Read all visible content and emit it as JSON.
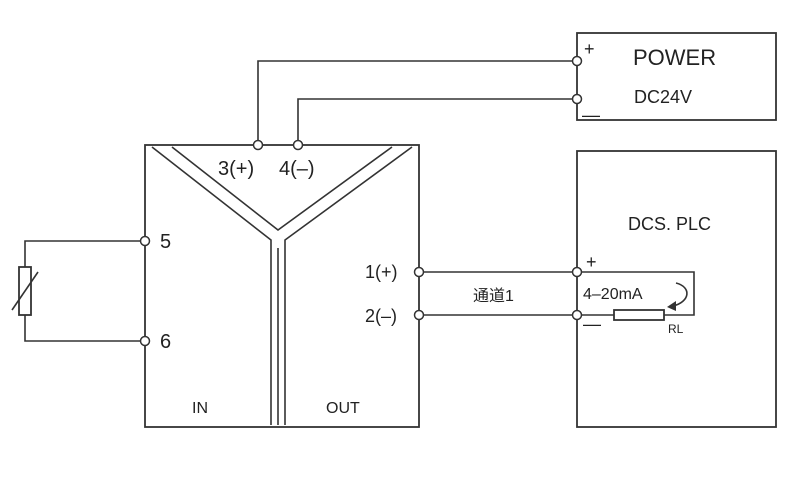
{
  "power": {
    "title": "POWER",
    "voltage": "DC24V",
    "plus": "+",
    "minus": "—"
  },
  "module": {
    "term_3": "3(+)",
    "term_4": "4(–)",
    "term_5": "5",
    "term_6": "6",
    "term_1": "1(+)",
    "term_2": "2(–)",
    "in_label": "IN",
    "out_label": "OUT"
  },
  "dcs": {
    "title": "DCS. PLC",
    "plus": "+",
    "minus": "—",
    "current": "4–20mA",
    "resistor": "RL"
  },
  "channel_label": "通道1",
  "colors": {
    "line": "#333333",
    "background": "#ffffff"
  }
}
